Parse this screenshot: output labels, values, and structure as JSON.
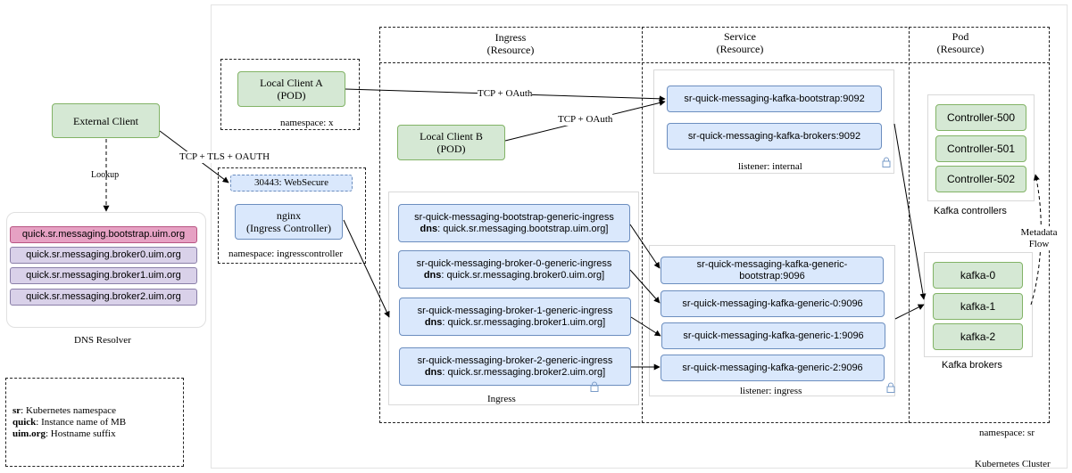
{
  "cluster": {
    "label": "Kubernetes Cluster",
    "namespace": "namespace: sr"
  },
  "columns": {
    "ingress": {
      "line1": "Ingress",
      "line2": "(Resource)"
    },
    "service": {
      "line1": "Service",
      "line2": "(Resource)"
    },
    "pod": {
      "line1": "Pod",
      "line2": "(Resource)"
    }
  },
  "external_client": {
    "label": "External Client",
    "lookup": "Lookup"
  },
  "dns": {
    "title": "DNS Resolver",
    "entries": [
      "quick.sr.messaging.bootstrap.uim.org",
      "quick.sr.messaging.broker0.uim.org",
      "quick.sr.messaging.broker1.uim.org",
      "quick.sr.messaging.broker2.uim.org"
    ]
  },
  "legend": {
    "line1_key": "sr",
    "line1_val": ": Kubernetes namespace",
    "line2_key": "quick",
    "line2_val": ": Instance name of MB",
    "line3_key": "uim.org",
    "line3_val": ": Hostname suffix"
  },
  "ns_x": {
    "client_a_line1": "Local Client A",
    "client_a_line2": "(POD)",
    "label": "namespace: x"
  },
  "ingress_ns": {
    "port": "30443: WebSecure",
    "nginx_line1": "nginx",
    "nginx_line2": "(Ingress Controller)",
    "label": "namespace: ingresscontroller"
  },
  "edges": {
    "ext_to_ingress": "TCP + TLS + OAUTH",
    "client_a_to_bootstrap": "TCP + OAuth",
    "client_b_to_bootstrap": "TCP + OAuth",
    "metadata_line1": "Metadata",
    "metadata_line2": "Flow"
  },
  "client_b": {
    "line1": "Local Client B",
    "line2": "(POD)"
  },
  "ingresses": {
    "label": "Ingress",
    "dns_key": "dns",
    "items": [
      {
        "name": "sr-quick-messaging-bootstrap-generic-ingress",
        "dns": ": quick.sr.messaging.bootstrap.uim.org]"
      },
      {
        "name": "sr-quick-messaging-broker-0-generic-ingress",
        "dns": ": quick.sr.messaging.broker0.uim.org]"
      },
      {
        "name": "sr-quick-messaging-broker-1-generic-ingress",
        "dns": ": quick.sr.messaging.broker1.uim.org]"
      },
      {
        "name": "sr-quick-messaging-broker-2-generic-ingress",
        "dns": ": quick.sr.messaging.broker2.uim.org]"
      }
    ]
  },
  "internal_listener": {
    "label": "listener: internal",
    "bootstrap": "sr-quick-messaging-kafka-bootstrap:9092",
    "brokers": "sr-quick-messaging-kafka-brokers:9092"
  },
  "ingress_listener": {
    "label": "listener: ingress",
    "bootstrap_line1": "sr-quick-messaging-kafka-generic-",
    "bootstrap_line2": "bootstrap:9096",
    "generic": [
      "sr-quick-messaging-kafka-generic-0:9096",
      "sr-quick-messaging-kafka-generic-1:9096",
      "sr-quick-messaging-kafka-generic-2:9096"
    ]
  },
  "controllers": {
    "label": "Kafka controllers",
    "items": [
      "Controller-500",
      "Controller-501",
      "Controller-502"
    ]
  },
  "brokers": {
    "label": "Kafka brokers",
    "items": [
      "kafka-0",
      "kafka-1",
      "kafka-2"
    ]
  },
  "colors": {
    "green_fill": "#d5e8d4",
    "green_stroke": "#82b366",
    "blue_fill": "#dae8fc",
    "blue_stroke": "#6c8ebf",
    "purple_fill": "#d9d1e9",
    "pink_fill": "#e6a1c3"
  }
}
